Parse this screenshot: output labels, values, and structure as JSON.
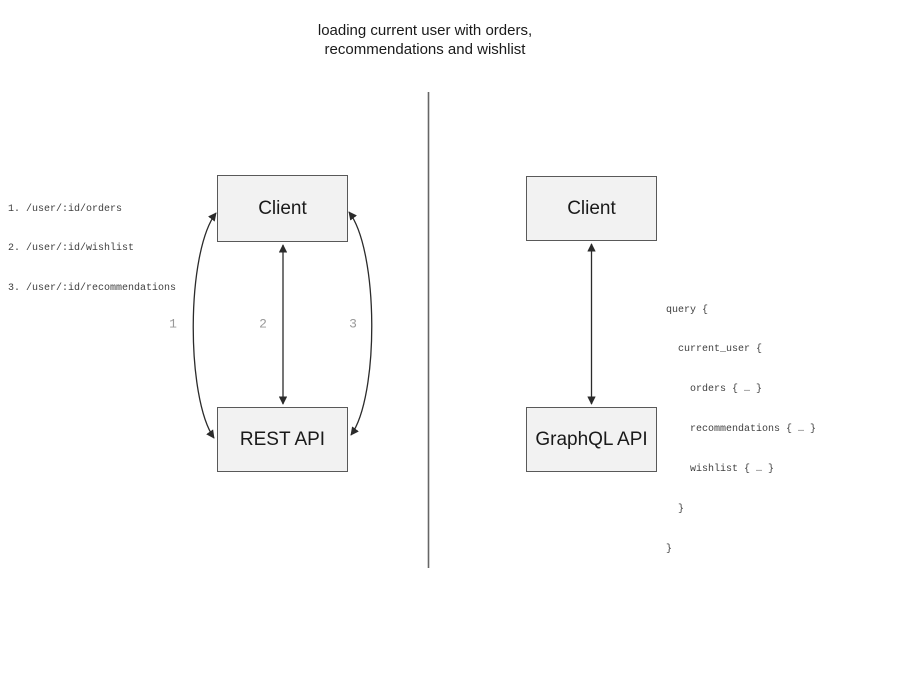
{
  "title": {
    "line1": "loading current user with orders,",
    "line2": "recommendations and wishlist"
  },
  "rest_panel": {
    "client_label": "Client",
    "api_label": "REST API",
    "endpoints": [
      "1. /user/:id/orders",
      "2. /user/:id/wishlist",
      "3. /user/:id/recommendations"
    ],
    "arrow_labels": [
      "1",
      "2",
      "3"
    ]
  },
  "graphql_panel": {
    "client_label": "Client",
    "api_label": "GraphQL API",
    "query_lines": [
      "query {",
      "  current_user {",
      "    orders { … }",
      "    recommendations { … }",
      "    wishlist { … }",
      "  }",
      "}"
    ]
  },
  "colors": {
    "box_fill": "#f2f2f2",
    "box_border": "#595959",
    "arrow": "#2b2b2b",
    "divider": "#666666",
    "label_gray": "#999999",
    "mono_text": "#404040",
    "text": "#1a1a1a"
  }
}
